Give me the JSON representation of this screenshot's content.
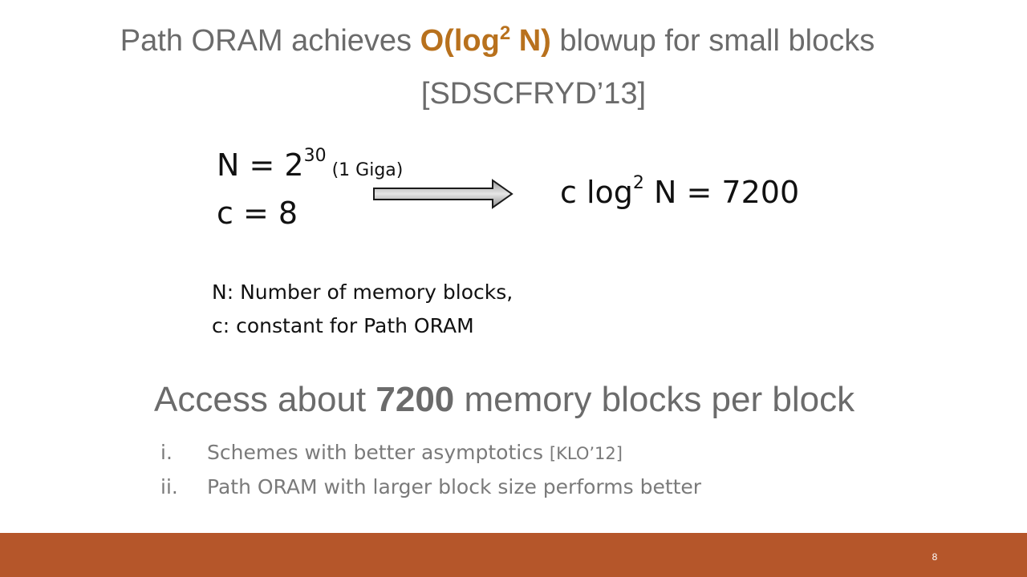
{
  "title": {
    "pre": "Path ORAM achieves ",
    "accent_main": "O(log",
    "accent_sup": "2",
    "accent_end": " N)",
    "post": " blowup for small blocks",
    "citation": "[SDSCFRYD’13]"
  },
  "params": {
    "n_base": "N = 2",
    "n_exp": "30",
    "n_note": " (1 Giga)",
    "c_value": "c = 8"
  },
  "result": {
    "pre": "c log",
    "sup": "2",
    "post": " N = 7200"
  },
  "definitions": [
    "N: Number of memory blocks,",
    "c: constant for Path ORAM"
  ],
  "access": {
    "pre": "Access about ",
    "bold": "7200",
    "post": " memory blocks per block"
  },
  "list": [
    {
      "num": "i.",
      "text": "Schemes with better asymptotics ",
      "cite": "[KLO’12]"
    },
    {
      "num": "ii.",
      "text": "Path ORAM with larger block size performs better",
      "cite": ""
    }
  ],
  "footer": {
    "page_number": "8",
    "bar_color": "#b5562a"
  },
  "colors": {
    "accent": "#b8711d",
    "heading_gray": "#6b6b6b",
    "body_text": "#111111",
    "list_gray": "#7a7a7a"
  }
}
